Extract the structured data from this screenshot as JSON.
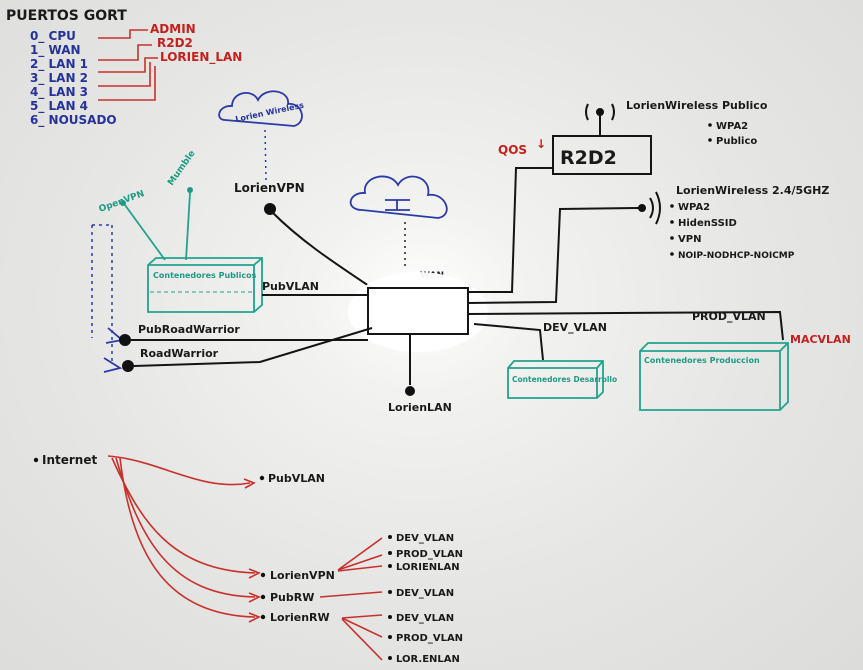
{
  "ports": {
    "title": "PUERTOS GORT",
    "items": [
      "0_ CPU",
      "1_ WAN",
      "2_ LAN 1",
      "3_ LAN 2",
      "4_ LAN 3",
      "5_ LAN 4",
      "6_ NOUSADO"
    ],
    "tags": [
      "ADMIN",
      "R2D2",
      "LORIEN_LAN"
    ]
  },
  "cloud_vpn_label": "Lorien Wireless",
  "lorien_vpn": "LorienVPN",
  "openvpn": "OpenVPN",
  "mumble": "Mumble",
  "pub_box": "Contenedores Publicos",
  "pubvlan": "PubVLAN",
  "pub_road_warrior": "PubRoadWarrior",
  "road_warrior": "RoadWarrior",
  "wan": "WAN",
  "lorien_lan": "LorienLAN",
  "qos": "QOS",
  "r2d2": "R2D2",
  "wireless_publico": {
    "title": "LorienWireless Publico",
    "items": [
      "WPA2",
      "Publico"
    ]
  },
  "wireless_24": {
    "title": "LorienWireless 2.4/5GHZ",
    "items": [
      "WPA2",
      "HidenSSID",
      "VPN",
      "NOIP-NODHCP-NOICMP"
    ]
  },
  "dev_vlan": "DEV_VLAN",
  "prod_vlan": "PROD_VLAN",
  "macvlan": "MACVLAN",
  "dev_box": "Contenedores Desarrollo",
  "prod_box": "Contenedores Produccion",
  "tree": {
    "root": "Internet",
    "pubvlan": "PubVLAN",
    "lorienvpn": "LorienVPN",
    "pubrw": "PubRW",
    "lorienrw": "LorienRW",
    "vpn_children": [
      "DEV_VLAN",
      "PROD_VLAN",
      "LORIENLAN"
    ],
    "pubrw_children": [
      "DEV_VLAN"
    ],
    "rw_children": [
      "DEV_VLAN",
      "PROD_VLAN",
      "LOR.ENLAN"
    ]
  }
}
